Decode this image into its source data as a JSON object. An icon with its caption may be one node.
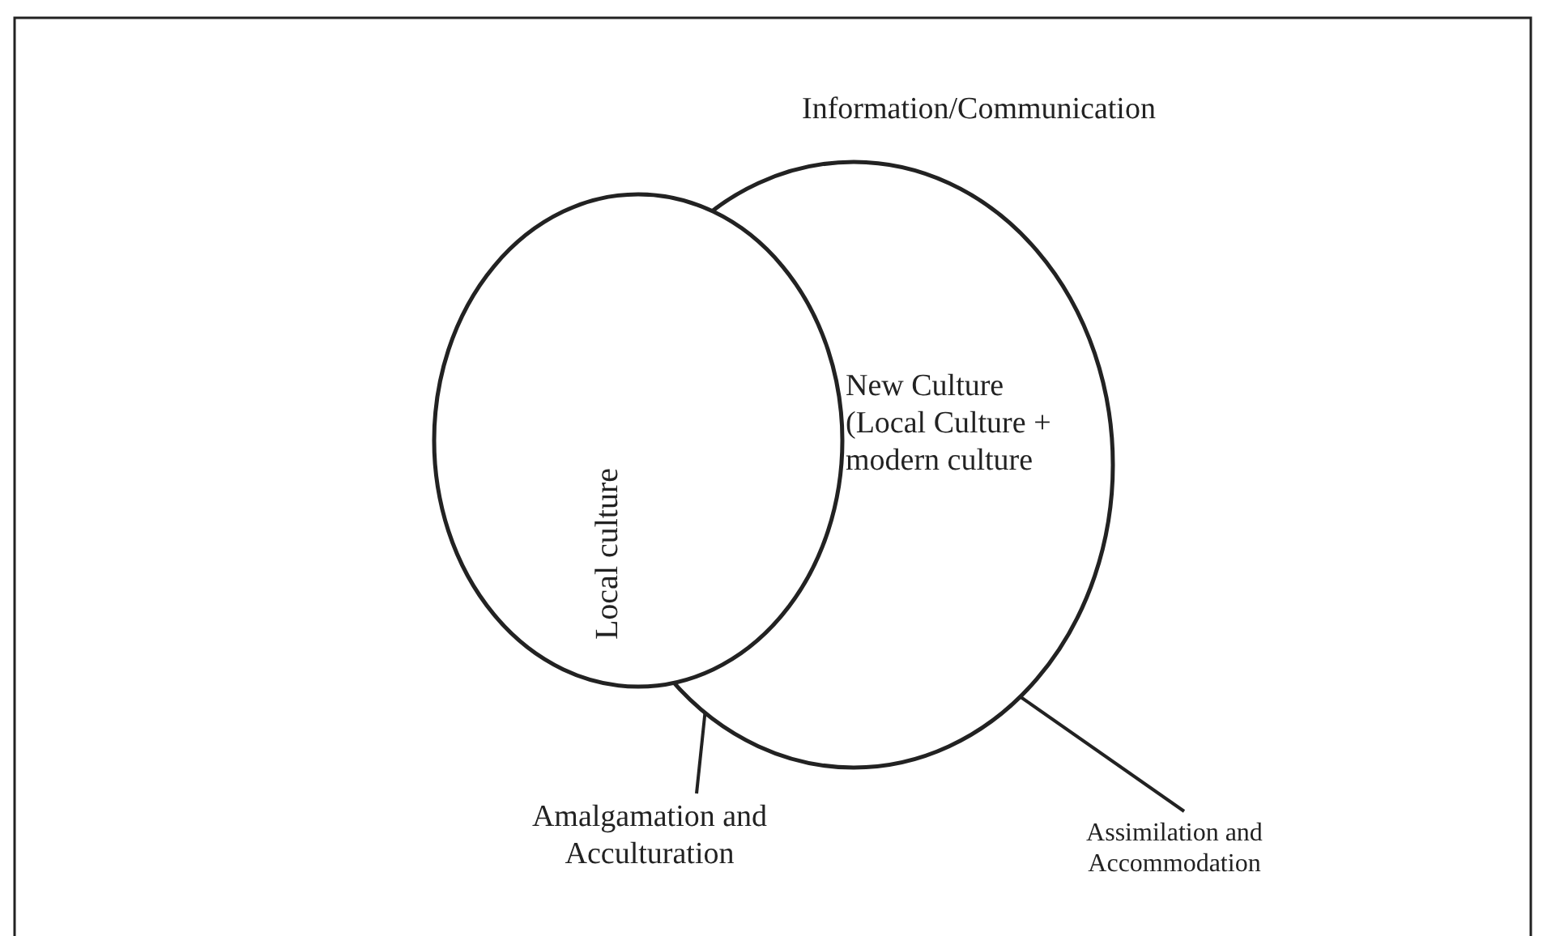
{
  "diagram": {
    "nodes": [
      {
        "text": [
          "Information/Communication",
          "New Culture (Local Culture + modern culture"
        ]
      },
      {
        "text": [
          "Local culture"
        ]
      },
      {
        "text": [
          "Amalgamation and Acculturation"
        ]
      },
      {
        "text": [
          "Assimilation and Accommodation"
        ]
      }
    ],
    "edges": [
      {
        "from": 2,
        "to": 0,
        "arrow": "none"
      },
      {
        "from": 3,
        "to": 0,
        "arrow": "none"
      }
    ]
  }
}
